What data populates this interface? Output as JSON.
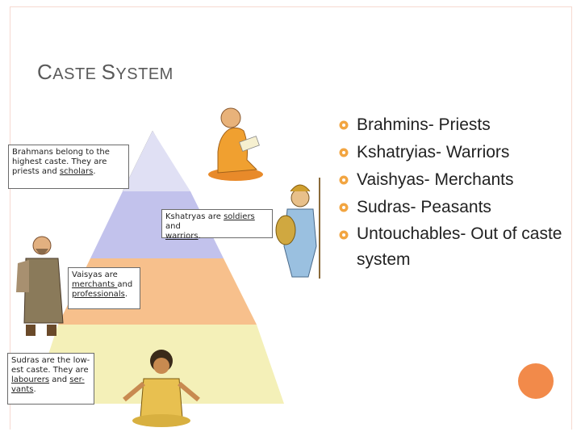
{
  "slide": {
    "title_first_cap": "C",
    "title_rest_1": "ASTE ",
    "title_second_cap": "S",
    "title_rest_2": "YSTEM"
  },
  "bullets": [
    {
      "text": "Brahmins- Priests"
    },
    {
      "text": "Kshatryias- Warriors"
    },
    {
      "text": "Vaishyas- Merchants"
    },
    {
      "text": "Sudras- Peasants"
    },
    {
      "text": "Untouchables- Out of caste system"
    }
  ],
  "notes": {
    "brahmins": {
      "line1": "Brahmans belong to the",
      "line2": "highest caste. They are",
      "line3_prefix": "priests and ",
      "line3_link": "scholars",
      "line3_suffix": "."
    },
    "kshatriyas": {
      "prefix": "Kshatryas are ",
      "link1": "soldiers ",
      "mid": "and",
      "link2": "warriors",
      "suffix": "."
    },
    "vaisyas": {
      "line1": "Vaisyas are",
      "link1": "merchants ",
      "mid": "and",
      "link2": "professionals",
      "suffix": "."
    },
    "sudras": {
      "line1": "Sudras are the low-",
      "line2": "est caste. They are",
      "link1": "labourers",
      "mid": " and ",
      "link2": "ser-",
      "link3": "vants",
      "suffix": "."
    }
  },
  "colors": {
    "accent_bullet": "#f2a541",
    "tier1": "#e0e0f4",
    "tier2": "#c2c2ec",
    "tier3": "#f7c08c",
    "tier4": "#f4f0b8",
    "frame": "#f6d9d0",
    "circle": "#f28a4a"
  }
}
